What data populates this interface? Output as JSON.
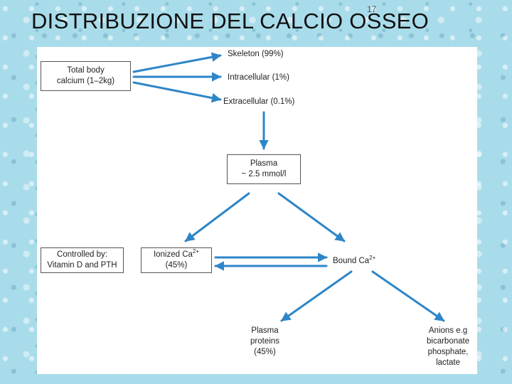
{
  "slide": {
    "title": "DISTRIBUZIONE DEL CALCIO OSSEO",
    "number": "17"
  },
  "diagram": {
    "total_body": {
      "line1": "Total body",
      "line2": "calcium (1–2kg)"
    },
    "skeleton": "Skeleton (99%)",
    "intracellular": "Intracellular (1%)",
    "extracellular": "Extracellular (0.1%)",
    "plasma": {
      "line1": "Plasma",
      "line2": "~ 2.5 mmol/l"
    },
    "controlled_by": {
      "line1": "Controlled by:",
      "line2": "Vitamin D and PTH"
    },
    "ionized": {
      "label": "Ionized Ca",
      "charge": "2+",
      "percent": "(45%)"
    },
    "bound": {
      "label": "Bound Ca",
      "charge": "2+"
    },
    "plasma_proteins": {
      "line1": "Plasma",
      "line2": "proteins",
      "line3": "(45%)"
    },
    "anions": {
      "line1": "Anions e.g",
      "line2": "bicarbonate",
      "line3": "phosphate,",
      "line4": "lactate"
    }
  },
  "colors": {
    "arrow": "#2e86c8",
    "box_border": "#555555",
    "text": "#222222"
  }
}
